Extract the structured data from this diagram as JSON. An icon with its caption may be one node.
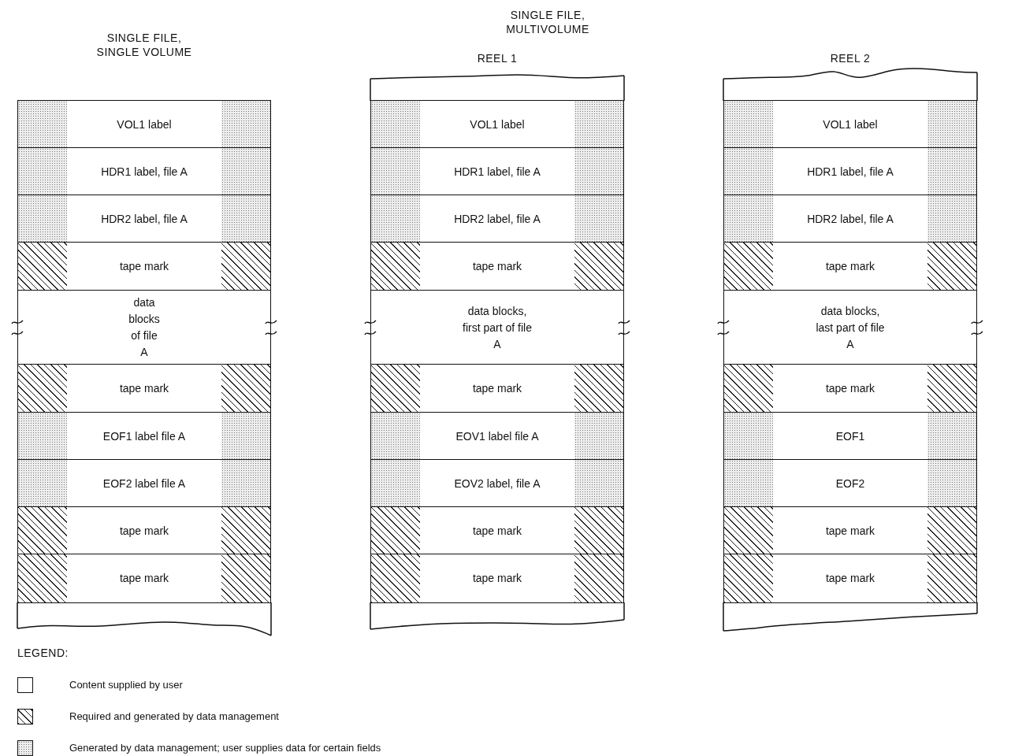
{
  "diagram": {
    "nodes": [
      {
        "text": [
          "SINGLE FILE, SINGLE VOLUME"
        ]
      },
      {
        "text": [
          "VOL1 label"
        ],
        "in": 0
      },
      {
        "text": [
          "HDR1 label, file A"
        ],
        "in": 0
      },
      {
        "text": [
          "HDR2 label, file A"
        ],
        "in": 0
      },
      {
        "text": [
          "tape mark"
        ],
        "in": 0
      },
      {
        "text": [
          "data blocks of file A"
        ],
        "in": 0
      },
      {
        "text": [
          "tape mark"
        ],
        "in": 0
      },
      {
        "text": [
          "EOF1 label file A"
        ],
        "in": 0
      },
      {
        "text": [
          "EOF2 label file A"
        ],
        "in": 0
      },
      {
        "text": [
          "tape mark"
        ],
        "in": 0
      },
      {
        "text": [
          "tape mark"
        ],
        "in": 0
      },
      {
        "text": [
          "REEL 1"
        ]
      },
      {
        "text": [
          "VOL1 label"
        ],
        "in": 11
      },
      {
        "text": [
          "HDR1 label, file A"
        ],
        "in": 11
      },
      {
        "text": [
          "HDR2 label, file A"
        ],
        "in": 11
      },
      {
        "text": [
          "tape mark"
        ],
        "in": 11
      },
      {
        "text": [
          "data blocks, first part of file A"
        ],
        "in": 11
      },
      {
        "text": [
          "tape mark"
        ],
        "in": 11
      },
      {
        "text": [
          "EOV1 label file A"
        ],
        "in": 11
      },
      {
        "text": [
          "EOV2 label, file A"
        ],
        "in": 11
      },
      {
        "text": [
          "tape mark"
        ],
        "in": 11
      },
      {
        "text": [
          "tape mark"
        ],
        "in": 11
      },
      {
        "text": [
          "REEL 2"
        ]
      },
      {
        "text": [
          "VOL1 label"
        ],
        "in": 22
      },
      {
        "text": [
          "HDR1 label, file A"
        ],
        "in": 22
      },
      {
        "text": [
          "HDR2 label, file A"
        ],
        "in": 22
      },
      {
        "text": [
          "tape mark"
        ],
        "in": 22
      },
      {
        "text": [
          "data blocks, last part of file A"
        ],
        "in": 22
      },
      {
        "text": [
          "tape mark"
        ],
        "in": 22
      },
      {
        "text": [
          "EOF1"
        ],
        "in": 22
      },
      {
        "text": [
          "EOF2"
        ],
        "in": 22
      },
      {
        "text": [
          "tape mark"
        ],
        "in": 22
      },
      {
        "text": [
          "tape mark"
        ],
        "in": 22
      }
    ],
    "labels": [
      "SINGLE FILE, MULTIVOLUME",
      "LEGEND:"
    ],
    "legend": [
      {
        "text": "Content supplied by user"
      },
      {
        "text": "Required and generated by data management"
      },
      {
        "text": "Generated by data management; user supplies data for certain fields"
      }
    ]
  }
}
